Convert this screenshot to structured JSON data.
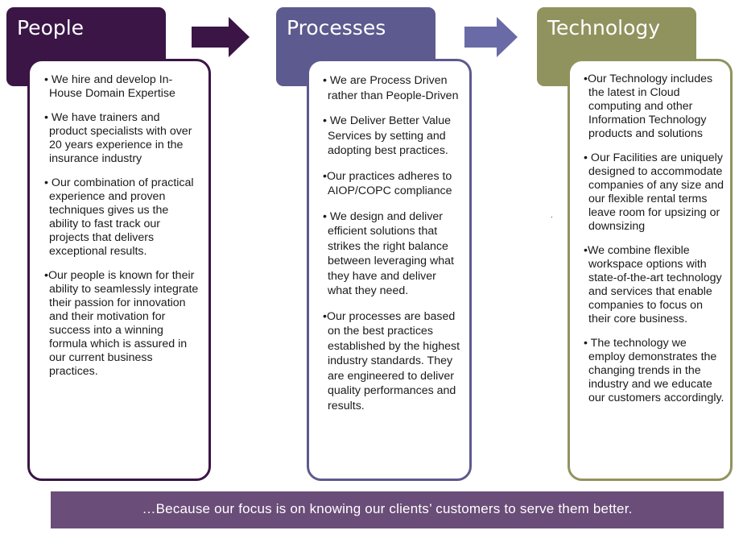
{
  "colors": {
    "people": "#3a1546",
    "processes": "#5d5a8f",
    "technology": "#91935f",
    "footer": "#6a4d78"
  },
  "columns": [
    {
      "title": "People",
      "bullets": [
        "• We hire and  develop In-House Domain Expertise",
        "• We have trainers and product specialists with over 20 years experience in the insurance industry",
        "• Our combination of practical experience and proven techniques gives us the ability to fast track our projects that delivers exceptional results.",
        "•Our people is known for their ability to seamlessly integrate their passion for innovation and their motivation for success into a winning formula which is assured in our current business practices."
      ]
    },
    {
      "title": "Processes",
      "bullets": [
        "• We are Process Driven rather than People-Driven",
        "• We Deliver Better Value Services by setting and adopting best practices.",
        "•Our practices adheres to AIOP/COPC compliance",
        "• We design and deliver efficient solutions that strikes the right balance between leveraging what they have and deliver what they need.",
        "•Our processes are based on the best practices established by the highest industry standards. They are engineered to deliver quality performances and results."
      ]
    },
    {
      "title": "Technology",
      "bullets": [
        "•Our Technology includes the latest in Cloud computing and other Information Technology products and solutions",
        "• Our Facilities are uniquely designed to accommodate companies of any size and our flexible rental terms leave room for upsizing or downsizing",
        "•We combine flexible workspace options with state-of-the-art technology and services that enable companies to focus on their core business.",
        "• The technology we employ demonstrates the changing trends in the industry and we educate our customers accordingly."
      ]
    }
  ],
  "footer": {
    "text": "…Because our focus is on knowing our clients’    customers to serve them better."
  },
  "stray_mark": "."
}
